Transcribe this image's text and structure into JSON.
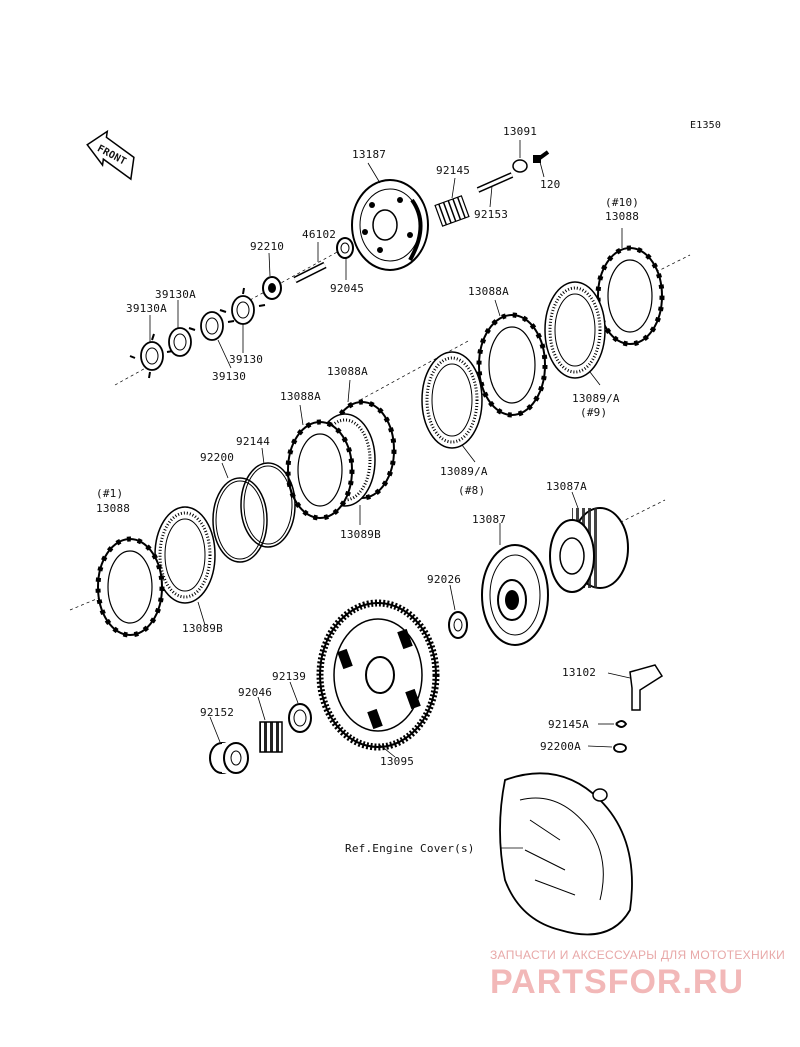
{
  "diagram_code": "E1350",
  "front_label": "FRONT",
  "parts": {
    "p13187": "13187",
    "p13091": "13091",
    "p92145": "92145",
    "p120": "120",
    "p92153": "92153",
    "p46102": "46102",
    "p92210": "92210",
    "p92045": "92045",
    "p39130A_1": "39130A",
    "p39130A_2": "39130A",
    "p39130_1": "39130",
    "p39130_2": "39130",
    "p10_tag": "(#10)",
    "p13088_top": "13088",
    "p13088A_1": "13088A",
    "p13088A_2": "13088A",
    "p13088A_3": "13088A",
    "p13089A_9": "13089/A",
    "p9_tag": "(#9)",
    "p92144": "92144",
    "p92200": "92200",
    "p13089A_8": "13089/A",
    "p8_tag": "(#8)",
    "p13089B_1": "13089B",
    "p13087A": "13087A",
    "p1_tag": "(#1)",
    "p13088_bottom": "13088",
    "p13087": "13087",
    "p92026": "92026",
    "p13089B_2": "13089B",
    "p13102": "13102",
    "p92139": "92139",
    "p92046": "92046",
    "p92152": "92152",
    "p92145A": "92145A",
    "p92200A": "92200A",
    "p13095": "13095",
    "ref_engine_cover": "Ref.Engine Cover(s)"
  },
  "watermark": {
    "tagline": "ЗАПЧАСТИ И АКСЕССУАРЫ ДЛЯ МОТОТЕХНИКИ",
    "brand": "PARTSFOR.RU"
  }
}
